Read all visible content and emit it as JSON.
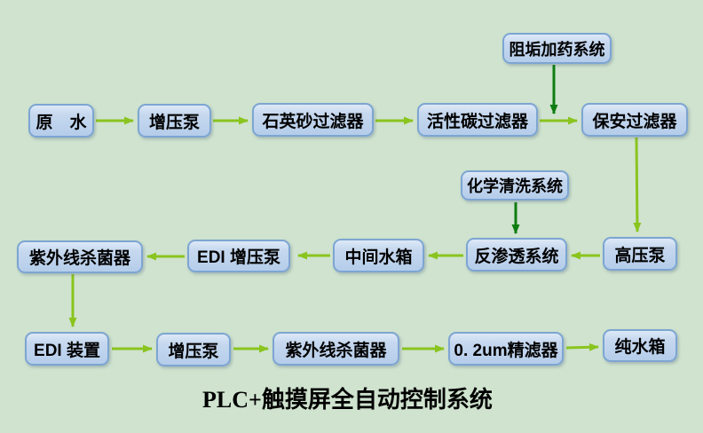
{
  "title": {
    "text": "PLC+触摸屏全自动控制系统"
  },
  "colors": {
    "background": "#cfe3cf",
    "node_fill_top": "#dde9f7",
    "node_fill_bottom": "#b5cdea",
    "node_border": "#7da5d2",
    "arrow_flow": "#8ac41e",
    "arrow_dosing": "#0f7d10",
    "text": "#000000"
  },
  "nodes": {
    "raw_water": "原　水",
    "booster_pump_1": "增压泵",
    "quartz_sand_filter": "石英砂过滤器",
    "activated_carbon_filter": "活性碳过滤器",
    "security_filter": "保安过滤器",
    "antiscalant_dosing_system": "阻垢加药系统",
    "chemical_cleaning_system": "化学清洗系统",
    "high_pressure_pump": "高压泵",
    "ro_system": "反渗透系统",
    "intermediate_tank": "中间水箱",
    "edi_booster_pump": "EDI 增压泵",
    "uv_sterilizer_1": "紫外线杀菌器",
    "edi_unit": "EDI 装置",
    "booster_pump_2": "增压泵",
    "uv_sterilizer_2": "紫外线杀菌器",
    "fine_filter": "0. 2um精滤器",
    "pure_water_tank": "纯水箱"
  }
}
